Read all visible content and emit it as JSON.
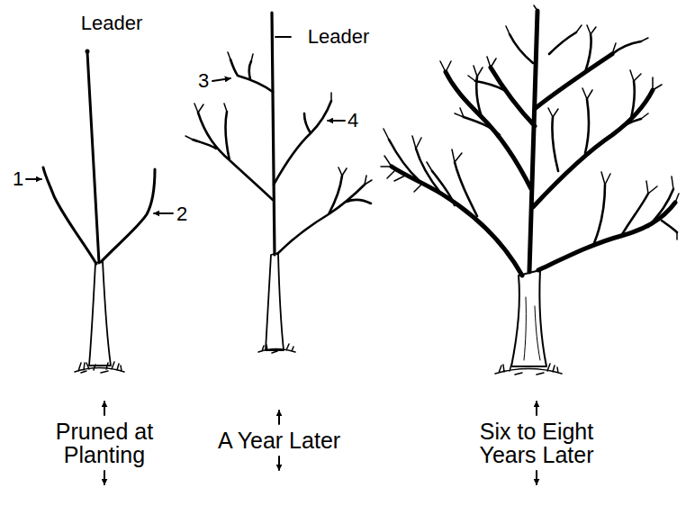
{
  "diagram": {
    "labels": [
      "Leader",
      "1",
      "2",
      "Leader",
      "3",
      "4",
      "Pruned at Planting",
      "A Year Later",
      "Six to Eight Years Later"
    ]
  }
}
